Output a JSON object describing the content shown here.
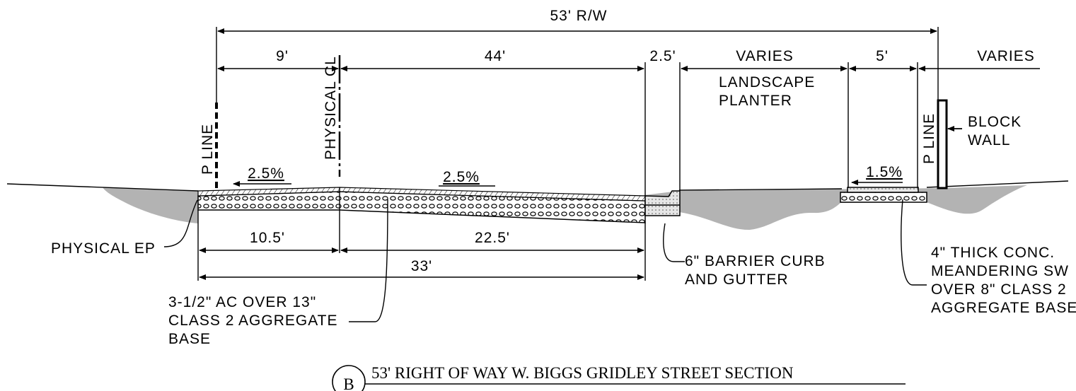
{
  "title": "53' RIGHT OF WAY W. BIGGS GRIDLEY STREET SECTION",
  "section_id": "B",
  "dimensions": {
    "row": "53' R/W",
    "d_9": "9'",
    "d_44": "44'",
    "d_2_5": "2.5'",
    "varies_1": "VARIES",
    "d_5": "5'",
    "varies_2": "VARIES",
    "d_10_5": "10.5'",
    "d_22_5": "22.5'",
    "d_33": "33'"
  },
  "slopes": {
    "left": "2.5%",
    "mid": "2.5%",
    "right": "1.5%"
  },
  "labels": {
    "p_line_left": "P LINE",
    "physical_cl": "PHYSICAL CL",
    "p_line_right": "P LINE",
    "planter_1": "LANDSCAPE",
    "planter_2": "PLANTER",
    "block_1": "BLOCK",
    "block_2": "WALL",
    "ep": "PHYSICAL EP",
    "curb_1": "6\" BARRIER CURB",
    "curb_2": "AND GUTTER",
    "ac_1": "3-1/2\" AC OVER 13\"",
    "ac_2": "CLASS 2 AGGREGATE",
    "ac_3": "BASE",
    "sw_1": "4\" THICK CONC.",
    "sw_2": "MEANDERING SW",
    "sw_3": "OVER 8\" CLASS 2",
    "sw_4": "AGGREGATE BASE"
  }
}
